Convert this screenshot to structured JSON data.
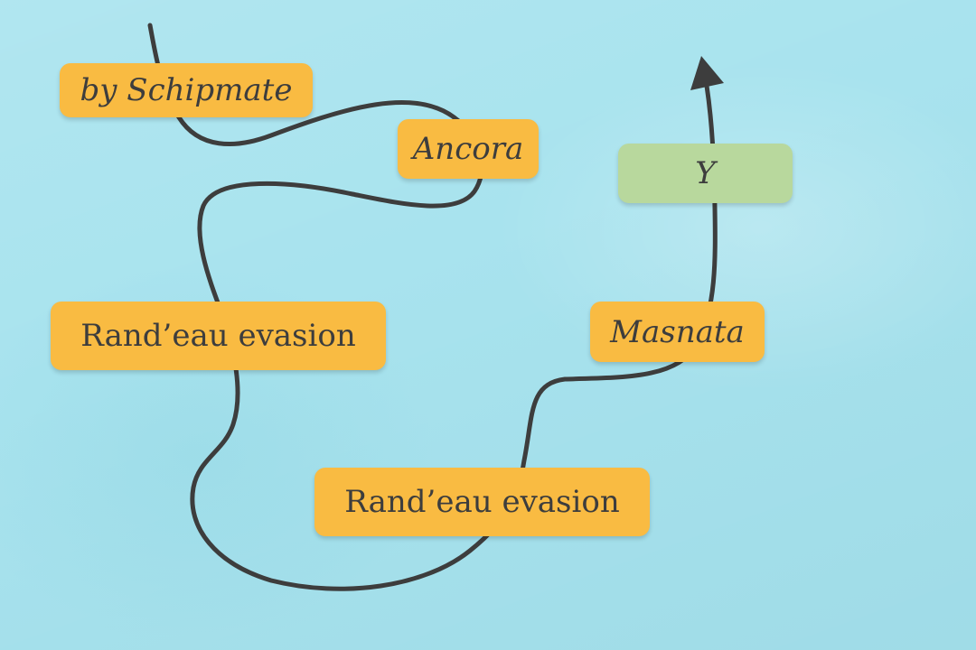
{
  "diagram": {
    "nodes": [
      {
        "id": "by-schipmate",
        "label": "by Schipmate",
        "style": "italic",
        "fill": "#f9bb42"
      },
      {
        "id": "ancora",
        "label": "Ancora",
        "style": "italic",
        "fill": "#f9bb42"
      },
      {
        "id": "rand-eau-evasion-1",
        "label": "Rand’eau evasion",
        "style": "normal",
        "fill": "#f9bb42"
      },
      {
        "id": "rand-eau-evasion-2",
        "label": "Rand’eau evasion",
        "style": "normal",
        "fill": "#f9bb42"
      },
      {
        "id": "masnata",
        "label": "Masnata",
        "style": "italic",
        "fill": "#f9bb42"
      },
      {
        "id": "y",
        "label": "Y",
        "style": "italic",
        "fill": "#b8d89d"
      }
    ],
    "path_order": [
      "by-schipmate",
      "ancora",
      "rand-eau-evasion-1",
      "rand-eau-evasion-2",
      "masnata",
      "y"
    ],
    "colors": {
      "background": "#a8e3ee",
      "line": "#3d3d3d",
      "text": "#3d3d3d"
    },
    "arrow": "end"
  }
}
